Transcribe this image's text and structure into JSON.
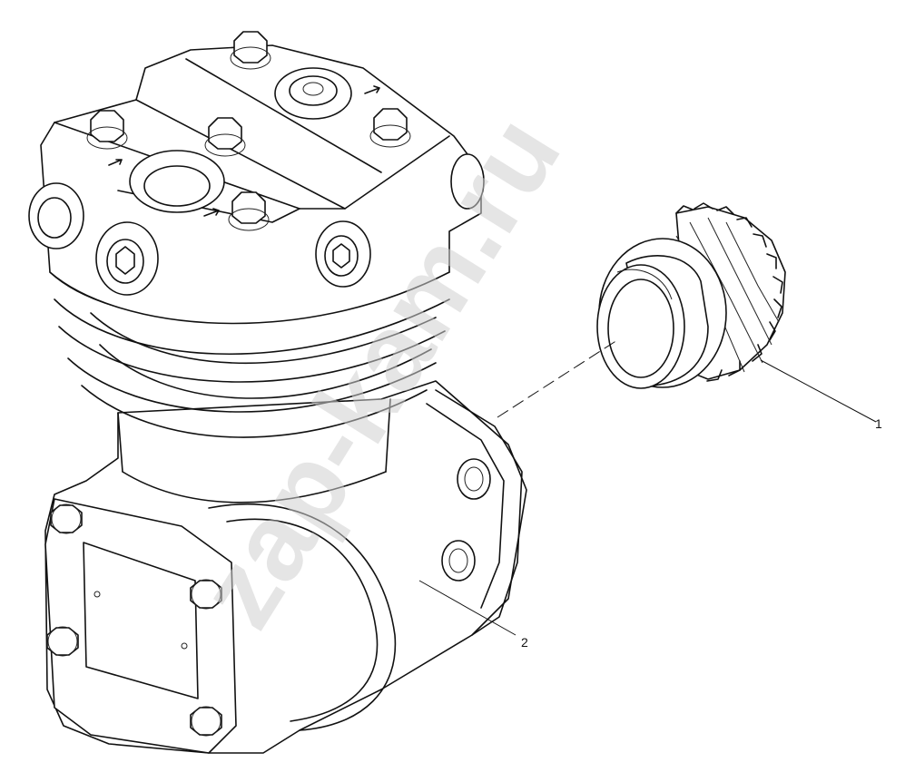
{
  "diagram": {
    "callouts": [
      {
        "id": "1",
        "label": "1",
        "part": "gear"
      },
      {
        "id": "2",
        "label": "2",
        "part": "compressor"
      }
    ],
    "watermark": "zap-kam.ru",
    "colors": {
      "line": "#111111",
      "background": "#ffffff",
      "watermark": "#cfcfcf"
    }
  }
}
